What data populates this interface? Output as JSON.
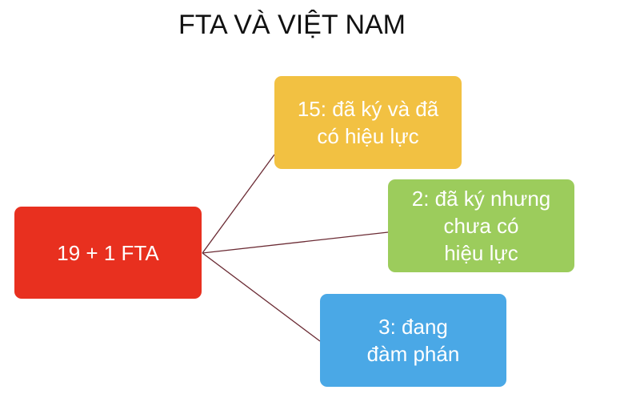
{
  "title": "FTA VÀ VIỆT NAM",
  "root": {
    "label": "19 + 1 FTA",
    "color": "#e8301f"
  },
  "branches": [
    {
      "label": "15: đã ký và đã\ncó hiệu lực",
      "color": "#f2c142"
    },
    {
      "label": "2: đã ký nhưng\nchưa có\nhiệu lực",
      "color": "#9ccc5c"
    },
    {
      "label": "3: đang\nđàm phán",
      "color": "#4aa8e6"
    }
  ],
  "connector_color": "#6b2b34"
}
